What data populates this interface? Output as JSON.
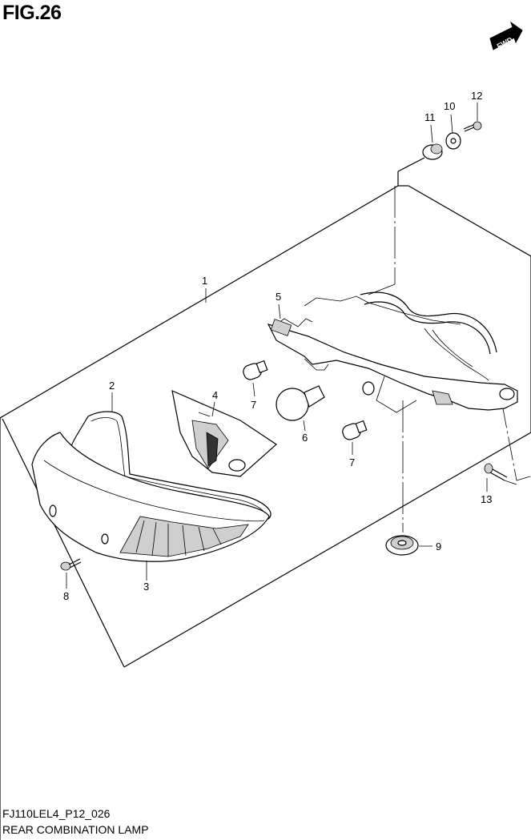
{
  "figure": {
    "title": "FIG.26",
    "fwd_label": "FWD",
    "diagram_code": "FJ110LEL4_P12_026",
    "caption": "REAR COMBINATION LAMP"
  },
  "callouts": [
    {
      "id": "c1",
      "text": "1"
    },
    {
      "id": "c2",
      "text": "2"
    },
    {
      "id": "c3",
      "text": "3"
    },
    {
      "id": "c4",
      "text": "4"
    },
    {
      "id": "c5",
      "text": "5"
    },
    {
      "id": "c6",
      "text": "6"
    },
    {
      "id": "c7a",
      "text": "7"
    },
    {
      "id": "c7b",
      "text": "7"
    },
    {
      "id": "c8",
      "text": "8"
    },
    {
      "id": "c9",
      "text": "9"
    },
    {
      "id": "c10",
      "text": "10"
    },
    {
      "id": "c11",
      "text": "11"
    },
    {
      "id": "c12",
      "text": "12"
    },
    {
      "id": "c13",
      "text": "13"
    }
  ]
}
